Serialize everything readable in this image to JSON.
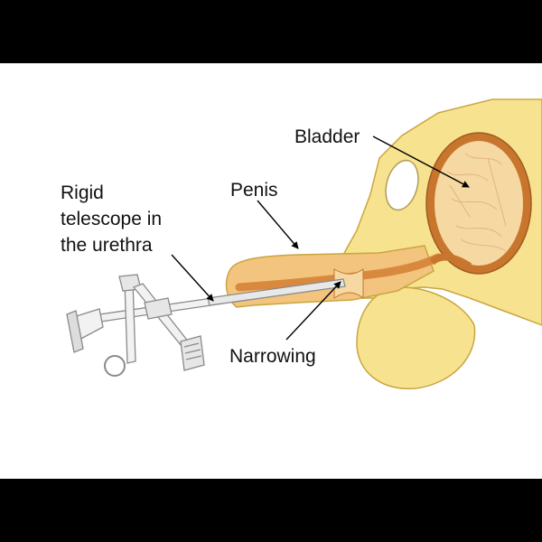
{
  "labels": {
    "bladder": "Bladder",
    "penis": "Penis",
    "telescope_line1": "Rigid",
    "telescope_line2": "telescope in",
    "telescope_line3": "the urethra",
    "narrowing": "Narrowing"
  },
  "colors": {
    "frame": "#000000",
    "background": "#ffffff",
    "body": "#f7e38f",
    "body_outline": "#c9a640",
    "bladder_wall": "#c8762e",
    "bladder_inner": "#f6d8a2",
    "urethra": "#d9893e",
    "penis": "#f3c47e",
    "instrument": "#9a9a9a"
  },
  "icons": {
    "arrowhead": "triangle-arrowhead-icon"
  }
}
